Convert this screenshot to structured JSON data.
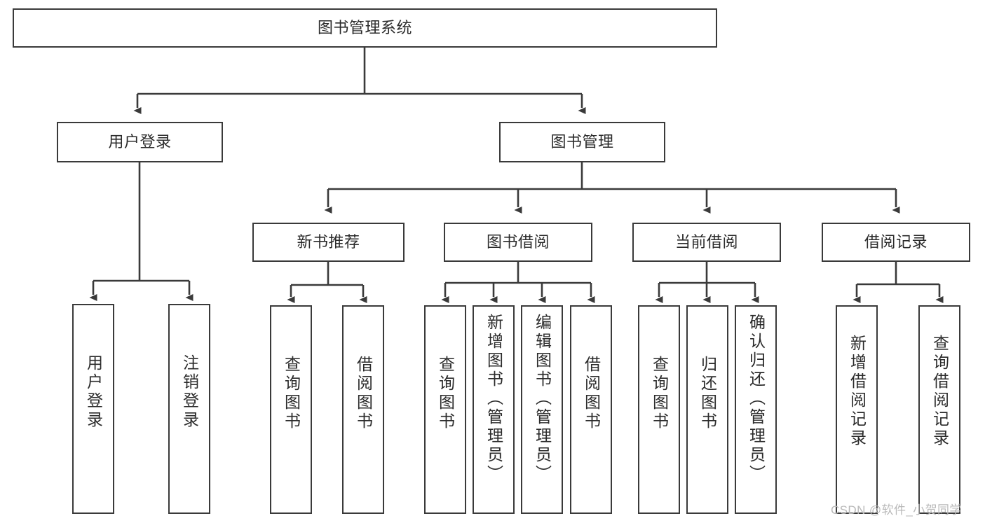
{
  "diagram": {
    "title_node": {
      "label": "图书管理系统"
    },
    "level1": [
      {
        "id": "user-login",
        "label": "用户登录"
      },
      {
        "id": "book-management",
        "label": "图书管理"
      }
    ],
    "level2": [
      {
        "id": "new-book-recommend",
        "label": "新书推荐"
      },
      {
        "id": "book-borrow",
        "label": "图书借阅"
      },
      {
        "id": "current-borrow",
        "label": "当前借阅"
      },
      {
        "id": "borrow-record",
        "label": "借阅记录"
      }
    ],
    "leaves": {
      "user_login": [
        {
          "id": "leaf-user-login",
          "label": "用户登录"
        },
        {
          "id": "leaf-logout-login",
          "label": "注销登录"
        }
      ],
      "new_book_recommend": [
        {
          "id": "leaf-query-book-1",
          "label": "查询图书"
        },
        {
          "id": "leaf-borrow-book-1",
          "label": "借阅图书"
        }
      ],
      "book_borrow": [
        {
          "id": "leaf-query-book-2",
          "label": "查询图书"
        },
        {
          "id": "leaf-add-book",
          "label": "新增图书（管理员）"
        },
        {
          "id": "leaf-edit-book",
          "label": "编辑图书（管理员）"
        },
        {
          "id": "leaf-borrow-book-2",
          "label": "借阅图书"
        }
      ],
      "current_borrow": [
        {
          "id": "leaf-query-book-3",
          "label": "查询图书"
        },
        {
          "id": "leaf-return-book",
          "label": "归还图书"
        },
        {
          "id": "leaf-confirm-return",
          "label": "确认归还（管理员）"
        }
      ],
      "borrow_record": [
        {
          "id": "leaf-add-record",
          "label": "新增借阅记录"
        },
        {
          "id": "leaf-query-record",
          "label": "查询借阅记录"
        }
      ]
    }
  },
  "watermark": {
    "text": "CSDN @软件_小贺同学"
  },
  "colors": {
    "border": "#3a3a3a",
    "text": "#2b2b2b",
    "background": "#ffffff",
    "watermark": "#b9b9b9"
  }
}
